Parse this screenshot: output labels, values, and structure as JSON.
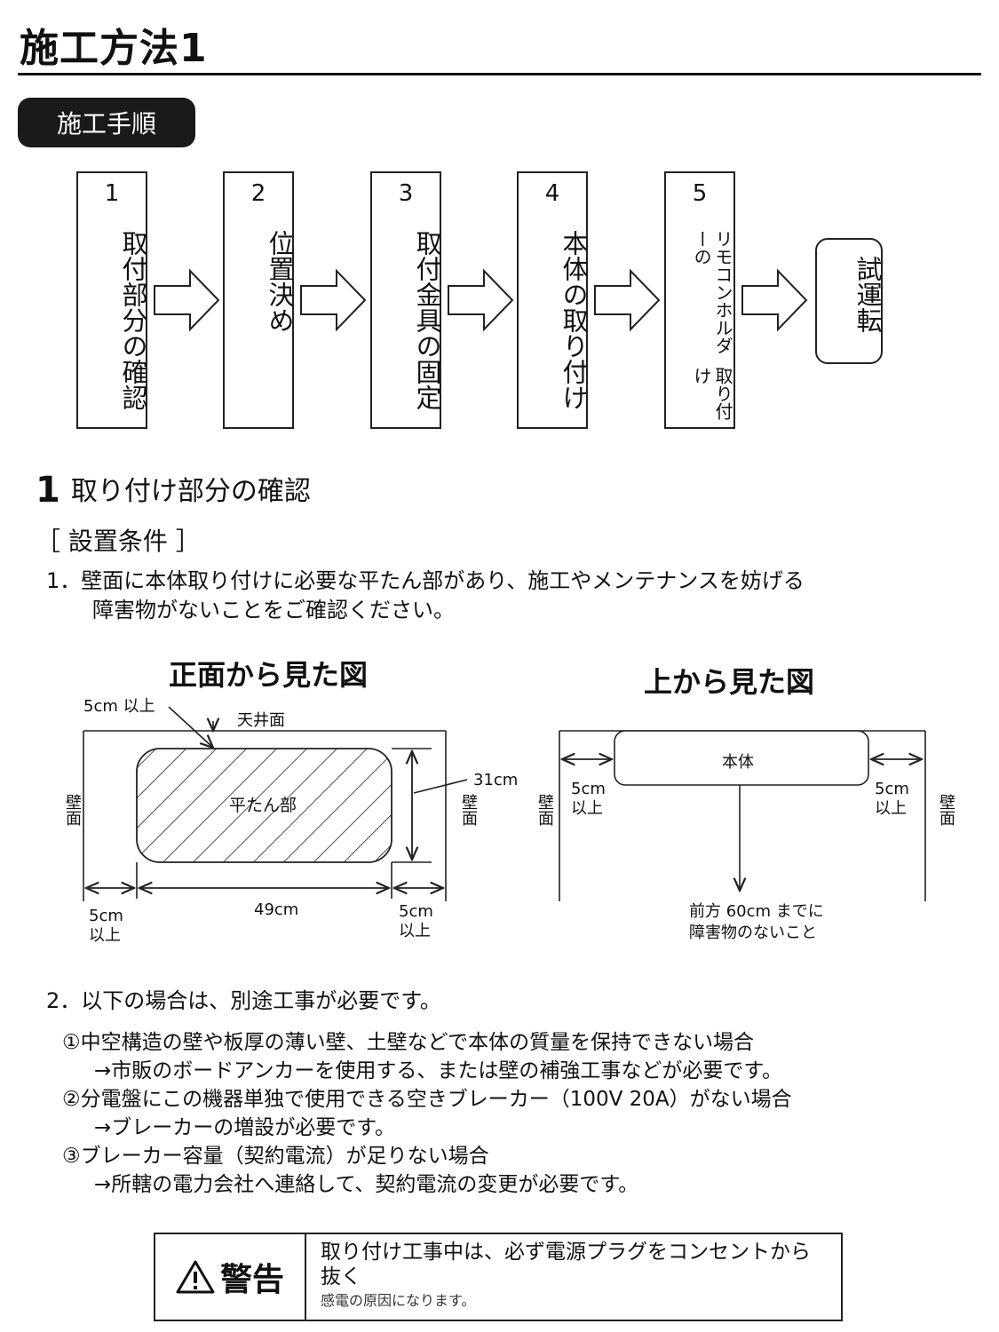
{
  "title": "施工方法1",
  "procedure": {
    "label": "施工手順",
    "steps": [
      {
        "num": "1",
        "text": "取付部分の確認"
      },
      {
        "num": "2",
        "text": "位置決め"
      },
      {
        "num": "3",
        "text": "取付金具の固定"
      },
      {
        "num": "4",
        "text": "本体の取り付け"
      },
      {
        "num": "5",
        "line1": "リモコンホルダーの",
        "line2": "取り付け"
      }
    ],
    "final": "試運転"
  },
  "section1": {
    "num": "1",
    "heading": "取り付け部分の確認",
    "conditions_label": "［ 設置条件 ］",
    "item1_line1": "1．壁面に本体取り付けに必要な平たん部があり、施工やメンテナンスを妨げる",
    "item1_line2": "障害物がないことをご確認ください。"
  },
  "front_view": {
    "title": "正面から見た図",
    "top_margin": "5cm 以上",
    "ceiling": "天井面",
    "flat_area": "平たん部",
    "height": "31cm",
    "width": "49cm",
    "wall": "壁面",
    "side_margin_1": "5cm",
    "side_margin_2": "以上"
  },
  "top_view": {
    "title": "上から見た図",
    "unit": "本体",
    "wall": "壁面",
    "side_margin_1": "5cm",
    "side_margin_2": "以上",
    "front_1": "前方 60cm までに",
    "front_2": "障害物のないこと"
  },
  "section2": {
    "intro": "2．以下の場合は、別途工事が必要です。",
    "cases": [
      {
        "case": "①中空構造の壁や板厚の薄い壁、土壁などで本体の質量を保持できない場合",
        "action": "→市販のボードアンカーを使用する、または壁の補強工事などが必要です。"
      },
      {
        "case": "②分電盤にこの機器単独で使用できる空きブレーカー（100V 20A）がない場合",
        "action": "→ブレーカーの増設が必要です。"
      },
      {
        "case": "③ブレーカー容量（契約電流）が足りない場合",
        "action": "→所轄の電力会社へ連絡して、契約電流の変更が必要です。"
      }
    ]
  },
  "warning": {
    "label": "警告",
    "line1": "取り付け工事中は、必ず電源プラグをコンセントから",
    "line2": "抜く",
    "note": "感電の原因になります。"
  }
}
